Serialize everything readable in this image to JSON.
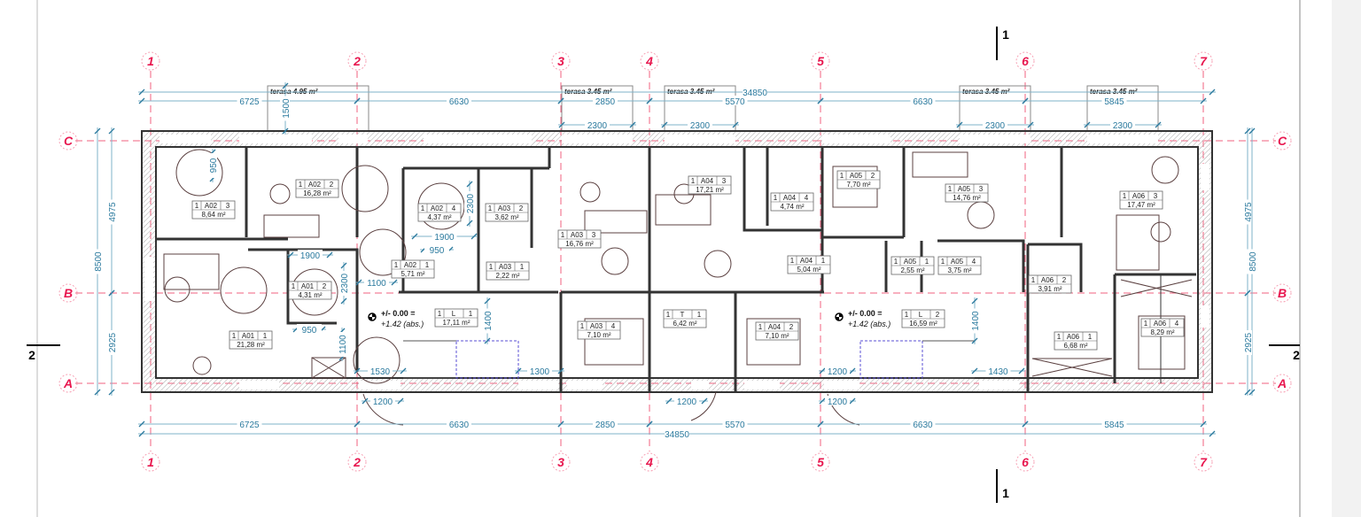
{
  "drawing": {
    "axes_columns": [
      "1",
      "2",
      "3",
      "4",
      "5",
      "6",
      "7"
    ],
    "axes_rows": [
      "C",
      "B",
      "A"
    ],
    "section_marks": {
      "top": "1",
      "bottom": "1",
      "left": "2",
      "right": "2"
    },
    "dimensions_top_outer": [
      "6725",
      "6630",
      "2850",
      "5570",
      "6630",
      "5845"
    ],
    "dimension_total": "34850",
    "dimensions_top_terrace": [
      "2300",
      "2300",
      "2300",
      "2300"
    ],
    "terrace_depth": "1500",
    "dimensions_bottom": [
      "6725",
      "6630",
      "2850",
      "5570",
      "6630",
      "5845"
    ],
    "dimensions_vertical_left": [
      "4975",
      "8500",
      "2925"
    ],
    "dimensions_vertical_right": [
      "4975",
      "8500",
      "2925"
    ],
    "dimensions_interior": [
      "950",
      "1900",
      "2300",
      "950",
      "1100",
      "1100",
      "1900",
      "950",
      "2300",
      "1400",
      "1400",
      "1530",
      "1300",
      "1200",
      "1200",
      "1200",
      "1200",
      "1430"
    ],
    "terraces": [
      "terasa 4.95 m²",
      "terasa 3.45 m²",
      "terasa 3.45 m²",
      "terasa 3.45 m²",
      "terasa 3.45 m²"
    ],
    "levels": [
      {
        "line1": "+/- 0.00 =",
        "line2": "+1.42 (abs.)"
      },
      {
        "line1": "+/- 0.00 =",
        "line2": "+1.42 (abs.)"
      }
    ],
    "rooms": [
      {
        "floor": "1",
        "unit": "A02",
        "no": "2",
        "area": "16,28 m²"
      },
      {
        "floor": "1",
        "unit": "A02",
        "no": "3",
        "area": "8,64 m²"
      },
      {
        "floor": "1",
        "unit": "A02",
        "no": "4",
        "area": "4,37 m²"
      },
      {
        "floor": "1",
        "unit": "A03",
        "no": "2",
        "area": "3,62 m²"
      },
      {
        "floor": "1",
        "unit": "A03",
        "no": "3",
        "area": "16,76 m²"
      },
      {
        "floor": "1",
        "unit": "A04",
        "no": "3",
        "area": "17,21 m²"
      },
      {
        "floor": "1",
        "unit": "A04",
        "no": "4",
        "area": "4,74 m²"
      },
      {
        "floor": "1",
        "unit": "A05",
        "no": "2",
        "area": "7,70 m²"
      },
      {
        "floor": "1",
        "unit": "A05",
        "no": "3",
        "area": "14,76 m²"
      },
      {
        "floor": "1",
        "unit": "A06",
        "no": "3",
        "area": "17,47 m²"
      },
      {
        "floor": "1",
        "unit": "A02",
        "no": "1",
        "area": "5,71 m²"
      },
      {
        "floor": "1",
        "unit": "A03",
        "no": "1",
        "area": "2,22 m²"
      },
      {
        "floor": "1",
        "unit": "A04",
        "no": "1",
        "area": "5,04 m²"
      },
      {
        "floor": "1",
        "unit": "A05",
        "no": "1",
        "area": "2,55 m²"
      },
      {
        "floor": "1",
        "unit": "A05",
        "no": "4",
        "area": "3,75 m²"
      },
      {
        "floor": "1",
        "unit": "A06",
        "no": "2",
        "area": "3,91 m²"
      },
      {
        "floor": "1",
        "unit": "A01",
        "no": "2",
        "area": "4,31 m²"
      },
      {
        "floor": "1",
        "unit": "A01",
        "no": "1",
        "area": "21,28 m²"
      },
      {
        "floor": "1",
        "unit": "L",
        "no": "1",
        "area": "17,11 m²"
      },
      {
        "floor": "1",
        "unit": "A03",
        "no": "4",
        "area": "7,10 m²"
      },
      {
        "floor": "1",
        "unit": "T",
        "no": "1",
        "area": "6,42 m²"
      },
      {
        "floor": "1",
        "unit": "A04",
        "no": "2",
        "area": "7,10 m²"
      },
      {
        "floor": "1",
        "unit": "L",
        "no": "2",
        "area": "16,59 m²"
      },
      {
        "floor": "1",
        "unit": "A06",
        "no": "1",
        "area": "6,68 m²"
      },
      {
        "floor": "1",
        "unit": "A06",
        "no": "4",
        "area": "8,29 m²"
      }
    ]
  },
  "colors": {
    "axis": "#e8174f",
    "dimension": "#2b7a9e",
    "wall": "#333333",
    "stair": "#5a4fd6",
    "furniture": "#5b4040"
  }
}
